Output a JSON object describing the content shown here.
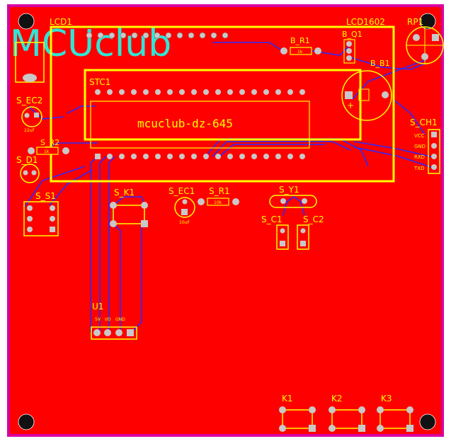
{
  "board": {
    "brand": "MCUclub",
    "project_label": "mcuclub-dz-645",
    "colors": {
      "copper": "#ff0000",
      "silkscreen": "#ffff00",
      "trace": "#2a2aff",
      "brand": "#2fe6d6",
      "outline": "#d800a0",
      "pad": "#c8c8c8"
    }
  },
  "labels": {
    "lcd1": "LCD1",
    "lcd1602": "LCD1602",
    "rp1": "RP1",
    "b_r1": "B_R1",
    "b_r1_value": "1k",
    "b_q1": "B_Q1",
    "b_b1": "B_B1",
    "stc1": "STC1",
    "s_ec2": "S_EC2",
    "s_ec2_value": "22uF",
    "s_r2": "S_R2",
    "s_r2_value": "1k",
    "s_d1": "S_D1",
    "s_s1": "S_S1",
    "s_k1": "S_K1",
    "s_ec1": "S_EC1",
    "s_ec1_value": "10uF",
    "s_r1": "S_R1",
    "s_r1_value": "10k",
    "s_y1": "S_Y1",
    "s_c1": "S_C1",
    "s_c2": "S_C2",
    "s_ch1": "S_CH1",
    "u1": "U1",
    "k1": "K1",
    "k2": "K2",
    "k3": "K3"
  },
  "connector_pins": [
    "VCC",
    "GND",
    "RXD",
    "TXD"
  ],
  "u1_pins": [
    "5V",
    "I/O",
    "GND"
  ]
}
